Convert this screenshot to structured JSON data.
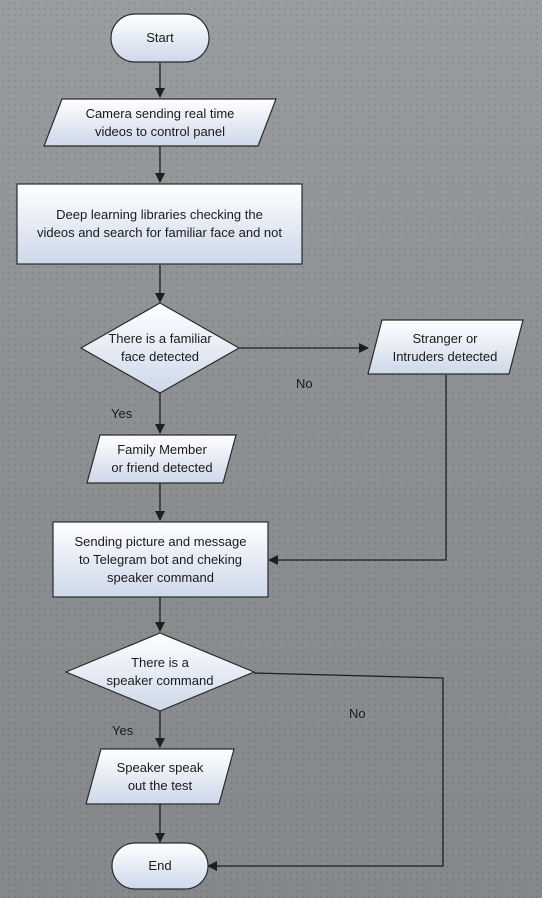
{
  "nodes": {
    "start": "Start",
    "camera": "Camera sending real time\nvideos  to control panel",
    "deep_learning": "Deep learning libraries checking the\nvideos and search for familiar face and not",
    "familiar_decision": "There is a familiar\nface detected",
    "stranger": "Stranger or\nIntruders detected",
    "family": "Family Member\nor friend detected",
    "sending": "Sending picture and message\nto Telegram bot and cheking\nspeaker command",
    "speaker_decision": "There is a\nspeaker command",
    "speaker_speak": "Speaker speak\nout the test",
    "end": "End"
  },
  "edge_labels": {
    "familiar_no": "No",
    "familiar_yes": "Yes",
    "speaker_no": "No",
    "speaker_yes": "Yes"
  },
  "colors": {
    "fill_top": "#ffffff",
    "fill_bottom": "#cdd8ea",
    "stroke": "#2b2b2b"
  }
}
